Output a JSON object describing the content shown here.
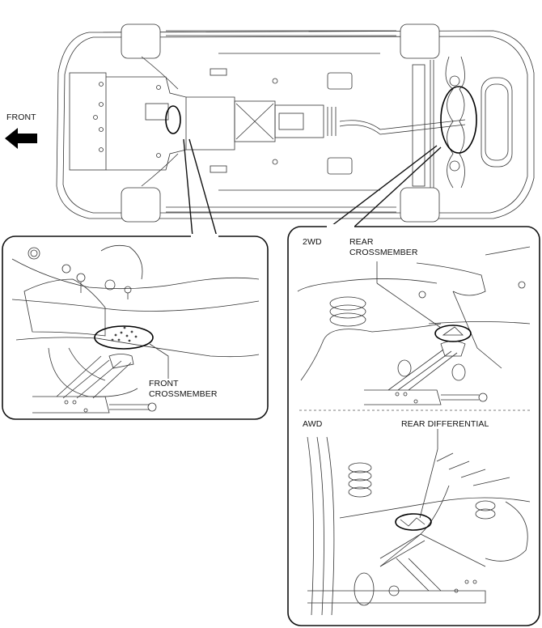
{
  "diagram": {
    "type": "vehicle-underbody-jack-points",
    "direction_indicator": {
      "label": "FRONT",
      "icon": "arrow-left-icon"
    },
    "callouts": [
      {
        "id": "front",
        "label_lines": [
          "FRONT",
          "CROSSMEMBER"
        ],
        "panel": "front-detail"
      },
      {
        "id": "rear-2wd",
        "variant": "2WD",
        "label_lines": [
          "REAR",
          "CROSSMEMBER"
        ],
        "panel": "rear-detail"
      },
      {
        "id": "rear-awd",
        "variant": "AWD",
        "label_lines": [
          "REAR DIFFERENTIAL"
        ],
        "panel": "rear-detail"
      }
    ]
  },
  "labels": {
    "front": "FRONT",
    "front_cm_1": "FRONT",
    "front_cm_2": "CROSSMEMBER",
    "variant_2wd": "2WD",
    "rear_cm_1": "REAR",
    "rear_cm_2": "CROSSMEMBER",
    "variant_awd": "AWD",
    "rear_diff": "REAR DIFFERENTIAL"
  }
}
